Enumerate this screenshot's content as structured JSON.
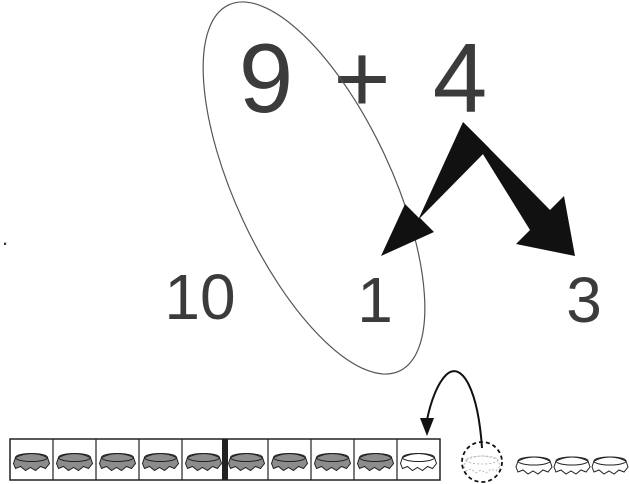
{
  "equation": {
    "addend_a": "9",
    "operator": "+",
    "addend_b": "4"
  },
  "decomposition": {
    "left_part": "1",
    "right_part": "3"
  },
  "ten_label": "10",
  "stray_mark": ".",
  "ten_frame": {
    "filled_count": 9,
    "moved_in_count": 1,
    "remaining_outside_count": 3,
    "ghost_count": 1
  },
  "colors": {
    "digits": "#3b3b3b",
    "filled_cap": "#8c8c8c",
    "empty_cap": "#ffffff",
    "ink": "#111111"
  }
}
